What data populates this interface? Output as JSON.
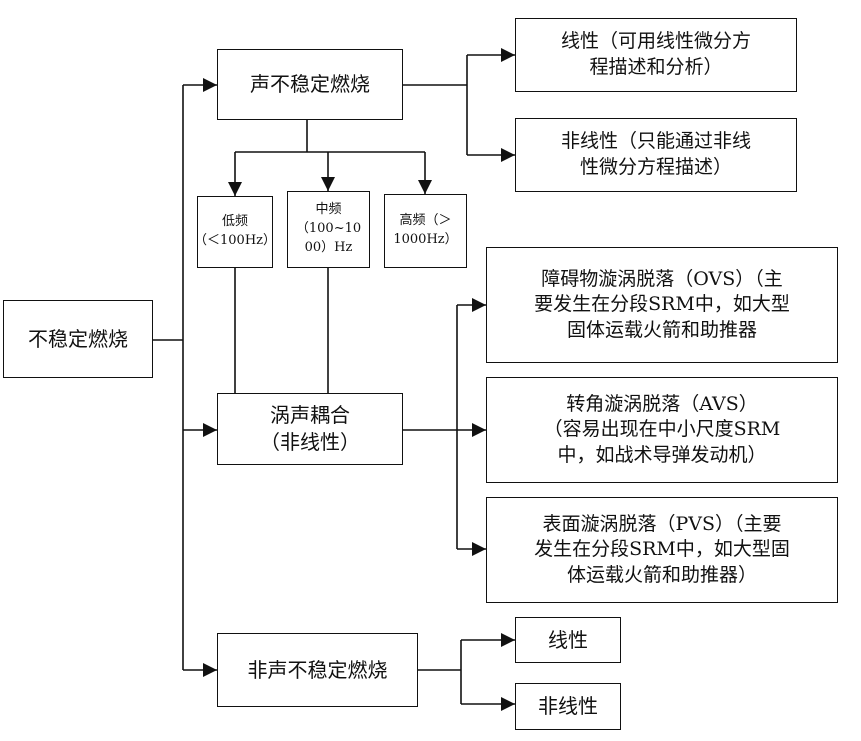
{
  "nodes": {
    "root": "不稳定燃烧",
    "acoustic": "声不稳定燃烧",
    "non_acoustic": "非声不稳定燃烧",
    "acoustic_linear": {
      "line1": "线性（可用线性微分方",
      "line2": "程描述和分析）"
    },
    "acoustic_nonlinear": {
      "line1": "非线性（只能通过非线",
      "line2": "性微分方程描述）"
    },
    "freq_low": {
      "line1": "低频",
      "line2": "（＜100Hz）"
    },
    "freq_mid": {
      "line1": "中频",
      "line2": "（100~10",
      "line3": "00）Hz"
    },
    "freq_high": {
      "line1": "高频（＞",
      "line2": "1000Hz）"
    },
    "vortex_coupling": {
      "line1": "涡声耦合",
      "line2": "（非线性）"
    },
    "ovs": {
      "line1": "障碍物漩涡脱落（OVS）（主",
      "line2": "要发生在分段SRM中，如大型",
      "line3": "固体运载火箭和助推器"
    },
    "avs": {
      "line1": "转角漩涡脱落（AVS）",
      "line2": "（容易出现在中小尺度SRM",
      "line3": "中，如战术导弹发动机）"
    },
    "pvs": {
      "line1": "表面漩涡脱落（PVS）（主要",
      "line2": "发生在分段SRM中，如大型固",
      "line3": "体运载火箭和助推器）"
    },
    "non_acoustic_linear": "线性",
    "non_acoustic_nonlinear": "非线性"
  }
}
